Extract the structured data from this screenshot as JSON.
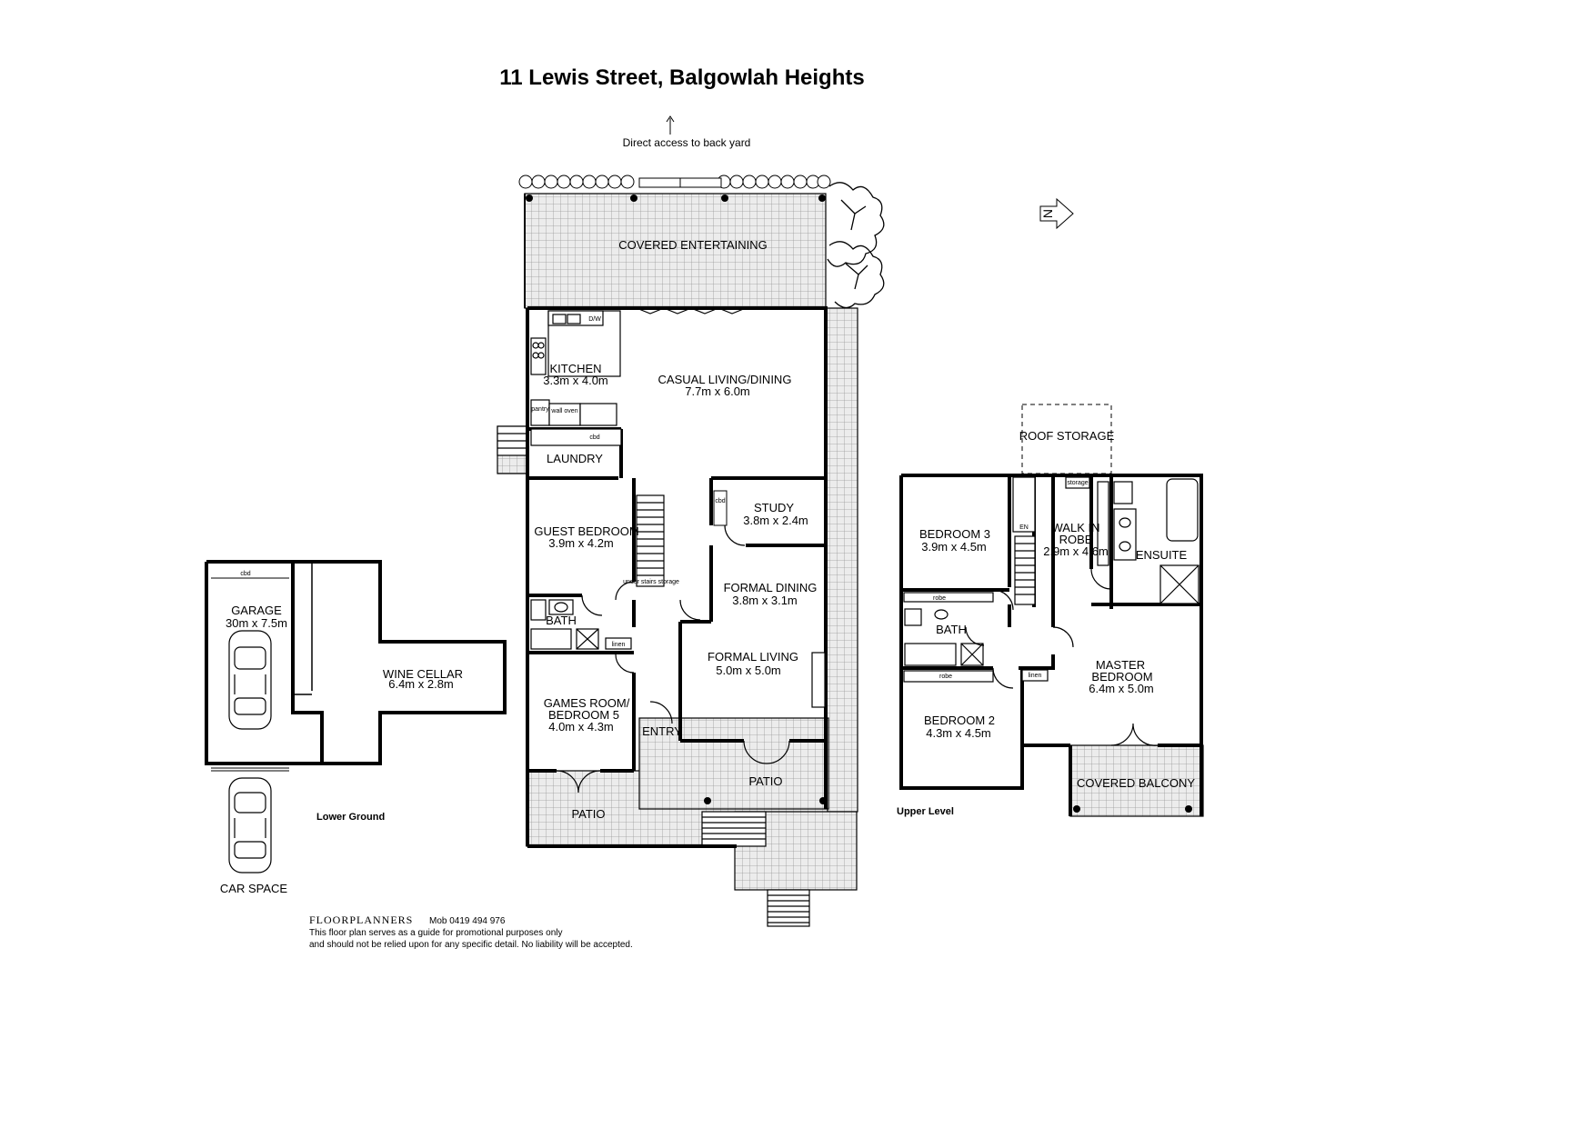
{
  "title": "11 Lewis Street, Balgowlah Heights",
  "access_note": "Direct access to back yard",
  "north_label": "N",
  "levels": {
    "lower_ground": "Lower Ground",
    "upper_level": "Upper Level"
  },
  "rooms": {
    "covered_entertaining": "COVERED ENTERTAINING",
    "kitchen": {
      "name": "KITCHEN",
      "size": "3.3m x 4.0m"
    },
    "casual_living": {
      "name": "CASUAL LIVING/DINING",
      "size": "7.7m x 6.0m"
    },
    "laundry": "LAUNDRY",
    "guest_bedroom": {
      "name": "GUEST BEDROOM",
      "size": "3.9m x 4.2m"
    },
    "study": {
      "name": "STUDY",
      "size": "3.8m x 2.4m"
    },
    "formal_dining": {
      "name": "FORMAL DINING",
      "size": "3.8m x 3.1m"
    },
    "bath_lower": "BATH",
    "formal_living": {
      "name": "FORMAL LIVING",
      "size": "5.0m x 5.0m"
    },
    "games_room": {
      "name1": "GAMES ROOM/",
      "name2": "BEDROOM 5",
      "size": "4.0m x 4.3m"
    },
    "entry": "ENTRY",
    "patio_right": "PATIO",
    "patio_left": "PATIO",
    "garage": {
      "name": "GARAGE",
      "size": "30m x 7.5m"
    },
    "wine_cellar": {
      "name": "WINE CELLAR",
      "size": "6.4m x 2.8m"
    },
    "car_space": "CAR SPACE",
    "roof_storage": "ROOF STORAGE",
    "bedroom3": {
      "name": "BEDROOM 3",
      "size": "3.9m x 4.5m"
    },
    "walk_in_robe": {
      "name1": "WALK IN",
      "name2": "ROBE",
      "size": "2.9m x 4.6m"
    },
    "ensuite": "ENSUITE",
    "bath_upper": "BATH",
    "master_bedroom": {
      "name1": "MASTER",
      "name2": "BEDROOM",
      "size": "6.4m x 5.0m"
    },
    "bedroom2": {
      "name": "BEDROOM 2",
      "size": "4.3m x 4.5m"
    },
    "covered_balcony": "COVERED BALCONY"
  },
  "fixtures": {
    "cbd": "cbd",
    "pantry": "pantry",
    "wall_oven": "wall oven",
    "dw": "D/W",
    "linen": "linen",
    "robe": "robe",
    "storage": "storage",
    "under_stairs": "under stairs storage",
    "en": "EN"
  },
  "footer": {
    "brand": "FLOORPLANNERS",
    "mob": "Mob 0419 494 976",
    "line1": "This floor plan serves as a guide for promotional purposes only",
    "line2": "and should not be relied upon for any specific detail. No liability will be accepted."
  }
}
